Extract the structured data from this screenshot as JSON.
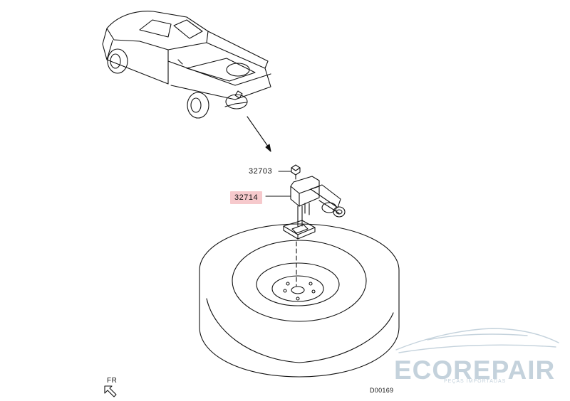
{
  "callouts": {
    "bolt": "32703",
    "carrier": "32714"
  },
  "orientation": {
    "label": "FR",
    "icon": "front-direction-arrow-icon"
  },
  "figure_code": "D00169",
  "watermark": {
    "brand": "ECOREPAIR",
    "tagline": "PEÇAS IMPORTADAS",
    "icon": "car-silhouette-icon"
  },
  "colors": {
    "line": "#111111",
    "highlight": "#f6c9cc",
    "watermark": "#c4d2dc"
  }
}
